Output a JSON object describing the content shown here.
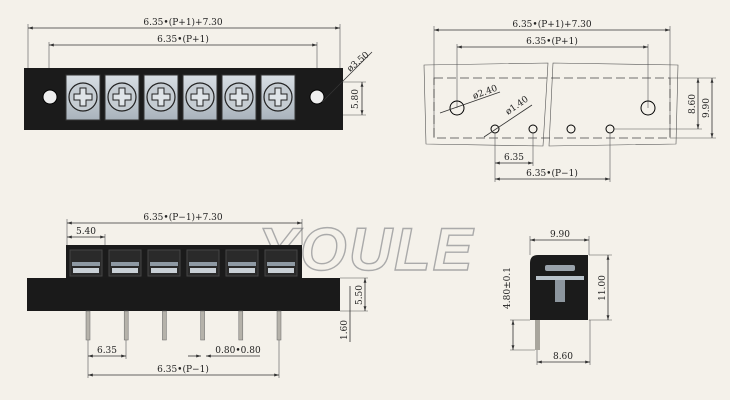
{
  "watermark": "YOULE",
  "front_view": {
    "overall_width": "6.35•(P+1)+7.30",
    "mount_pitch": "6.35•(P+1)",
    "mount_hole_diameter": "ø3.50",
    "height": "5.80"
  },
  "pcb_layout": {
    "overall_width": "6.35•(P+1)+7.30",
    "mount_pitch": "6.35•(P+1)",
    "mount_hole_diameter": "ø2.40",
    "pin_hole_diameter": "ø1.40",
    "pin_pitch": "6.35",
    "pin_span": "6.35•(P−1)",
    "depth_inner": "8.60",
    "depth_outer": "9.90"
  },
  "side_view": {
    "overall_width": "6.35•(P−1)+7.30",
    "offset": "5.40",
    "base_height": "5.50",
    "pin_offset": "1.60",
    "pin_pitch": "6.35",
    "pin_size": "0.80•0.80",
    "pin_span": "6.35•(P−1)"
  },
  "end_view": {
    "width": "9.90",
    "height": "11.00",
    "pin_length": "4.80±0.1",
    "pin_depth": "8.60"
  }
}
